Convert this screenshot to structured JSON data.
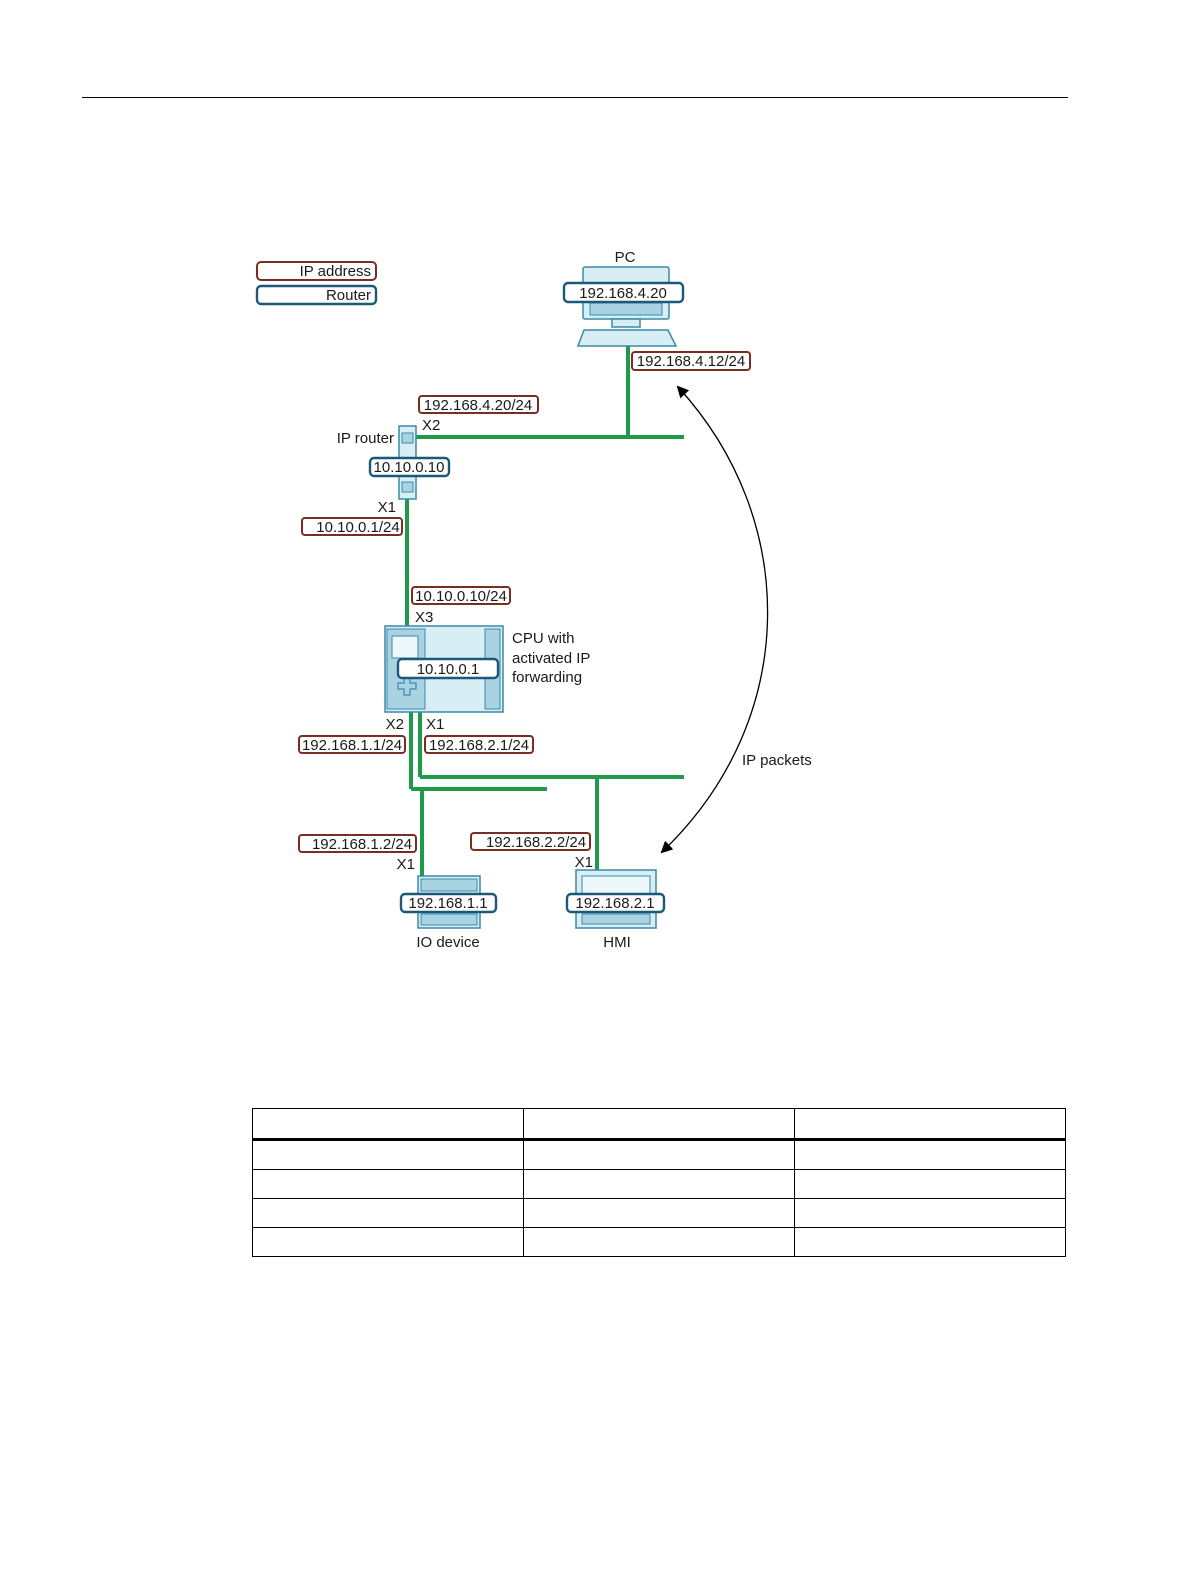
{
  "legend": {
    "ip_address": "IP address",
    "router": "Router"
  },
  "devices": {
    "pc": {
      "name": "PC",
      "router_ip": "192.168.4.20",
      "ip": "192.168.4.12/24"
    },
    "ip_router": {
      "name": "IP router",
      "router_ip": "10.10.0.10",
      "port_x2": "X2",
      "ip_x2": "192.168.4.20/24",
      "port_x1": "X1",
      "ip_x1": "10.10.0.1/24"
    },
    "cpu": {
      "name_line1": "CPU with",
      "name_line2": "activated IP",
      "name_line3": "forwarding",
      "router_ip": "10.10.0.1",
      "port_x3": "X3",
      "ip_x3": "10.10.0.10/24",
      "port_x2": "X2",
      "ip_x2": "192.168.1.1/24",
      "port_x1": "X1",
      "ip_x1": "192.168.2.1/24"
    },
    "io_device": {
      "name": "IO device",
      "router_ip": "192.168.1.1",
      "port": "X1",
      "ip": "192.168.1.2/24"
    },
    "hmi": {
      "name": "HMI",
      "router_ip": "192.168.2.1",
      "port": "X1",
      "ip": "192.168.2.2/24"
    }
  },
  "arrow_label": "IP packets",
  "table": {
    "header": [
      "",
      "",
      ""
    ],
    "rows": [
      [
        "",
        "",
        ""
      ],
      [
        "",
        "",
        ""
      ],
      [
        "",
        "",
        ""
      ],
      [
        "",
        "",
        ""
      ]
    ]
  },
  "colors": {
    "ip_address_border": "#7a2e22",
    "router_border": "#1c5878",
    "network_link": "#1f9a4a"
  }
}
